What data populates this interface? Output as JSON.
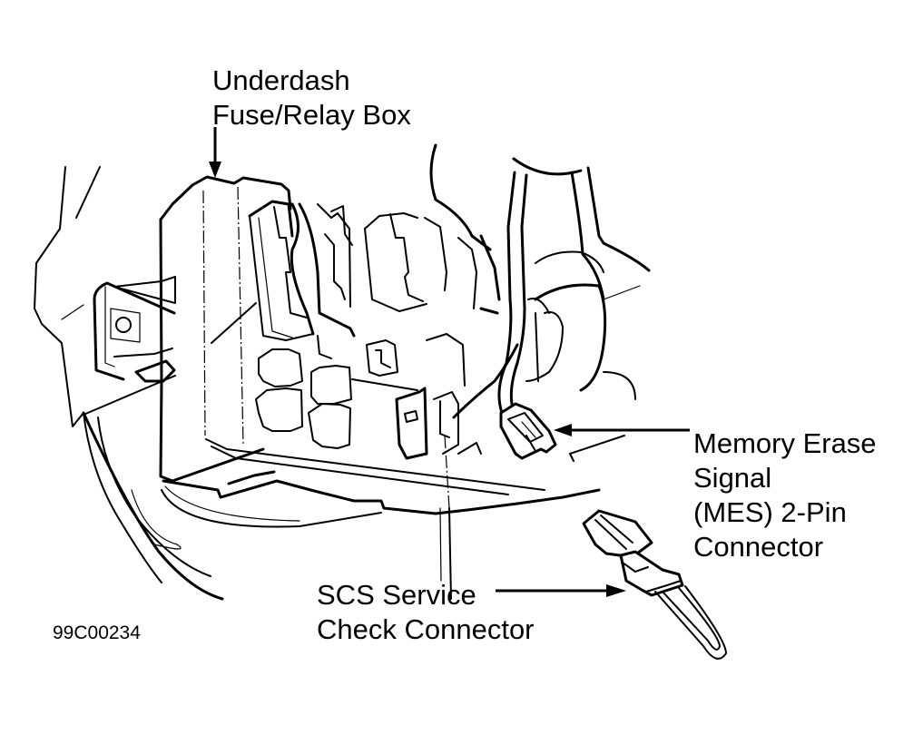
{
  "figure": {
    "id_code": "99C00234",
    "stroke_color": "#000000",
    "background_color": "#ffffff"
  },
  "callouts": {
    "fuse_box": {
      "line1": "Underdash",
      "line2": "Fuse/Relay Box"
    },
    "mes_connector": {
      "line1": "Memory Erase",
      "line2": "Signal",
      "line3": "(MES) 2-Pin",
      "line4": "Connector"
    },
    "scs_connector": {
      "line1": "SCS Service",
      "line2": "Check Connector"
    }
  },
  "components": [
    {
      "name": "Underdash Fuse/Relay Box"
    },
    {
      "name": "Memory Erase Signal (MES) 2-Pin Connector"
    },
    {
      "name": "SCS Service Check Connector"
    }
  ]
}
